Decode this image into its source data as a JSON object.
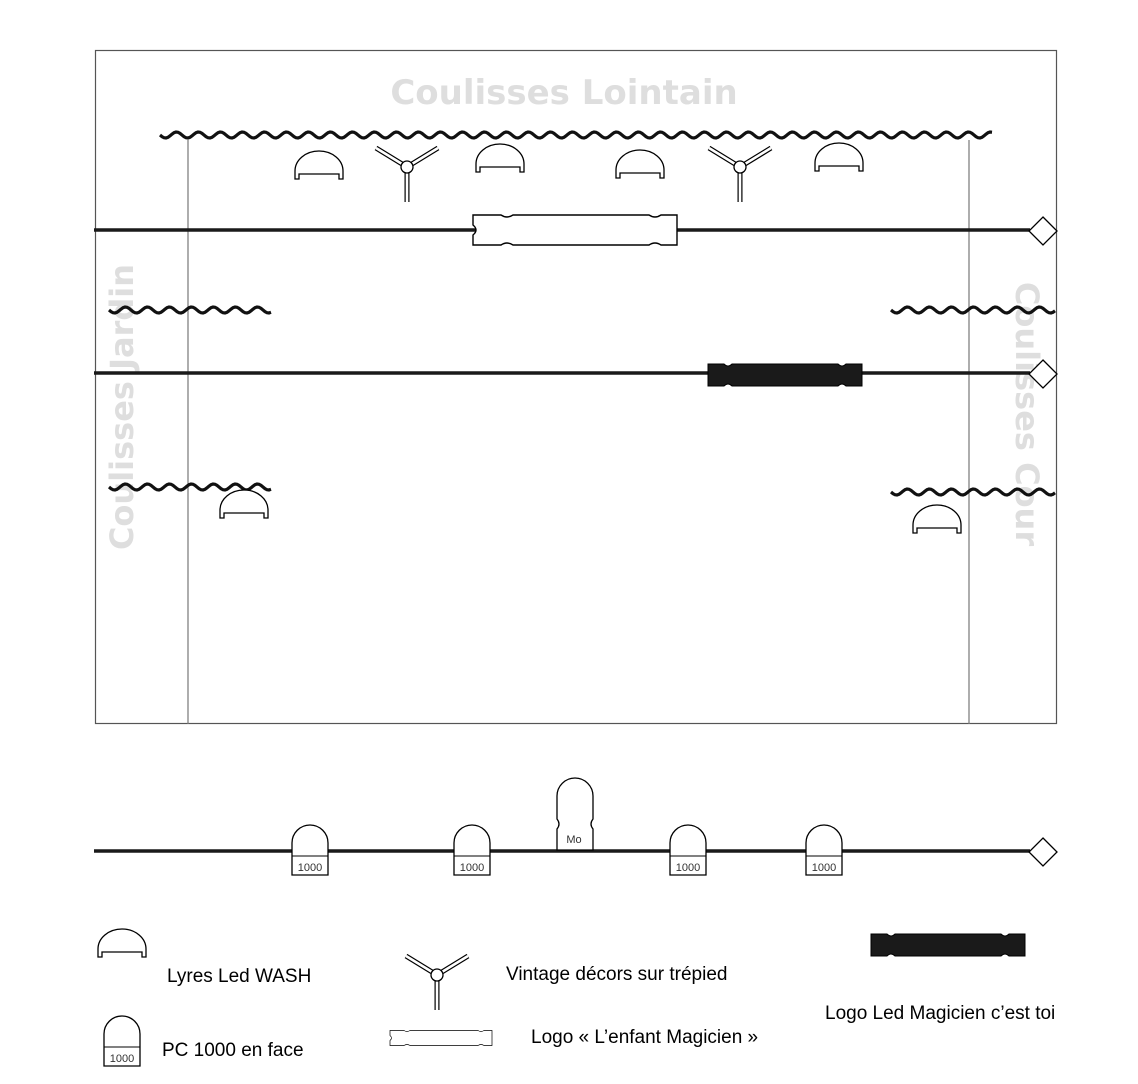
{
  "stage": {
    "back_label": "Coulisses Lointain",
    "left_label": "Coulisses Jardin",
    "right_label": "Coulisses Cour"
  },
  "fixtures": {
    "pc_label": "1000",
    "mo_label": "Mo"
  },
  "legend": {
    "wash_label": "Lyres Led WASH",
    "tripod_label": "Vintage décors sur trépied",
    "led_logo_label": "Logo Led Magicien c’est toi",
    "pc_label": "PC 1000 en face",
    "logo_label": "Logo « L’enfant Magicien »"
  },
  "colors": {
    "line": "#1a1a1a",
    "frame": "#555555",
    "zone_label": "#dedede"
  }
}
